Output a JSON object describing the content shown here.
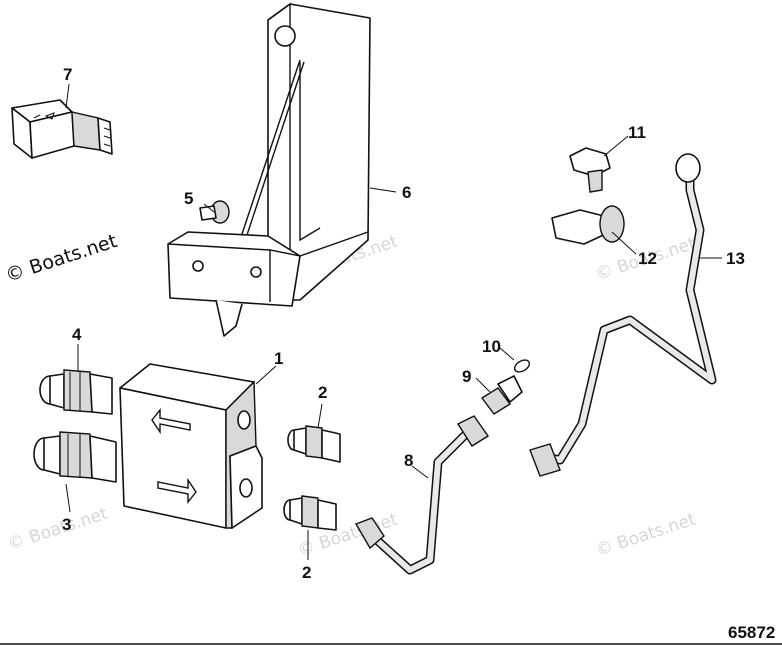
{
  "diagram": {
    "number": "65872",
    "watermark": "© Boats.net",
    "callouts": {
      "c1": "1",
      "c2a": "2",
      "c2b": "2",
      "c3": "3",
      "c4": "4",
      "c5": "5",
      "c6": "6",
      "c7": "7",
      "c8": "8",
      "c9": "9",
      "c10": "10",
      "c11": "11",
      "c12": "12",
      "c13": "13"
    }
  }
}
